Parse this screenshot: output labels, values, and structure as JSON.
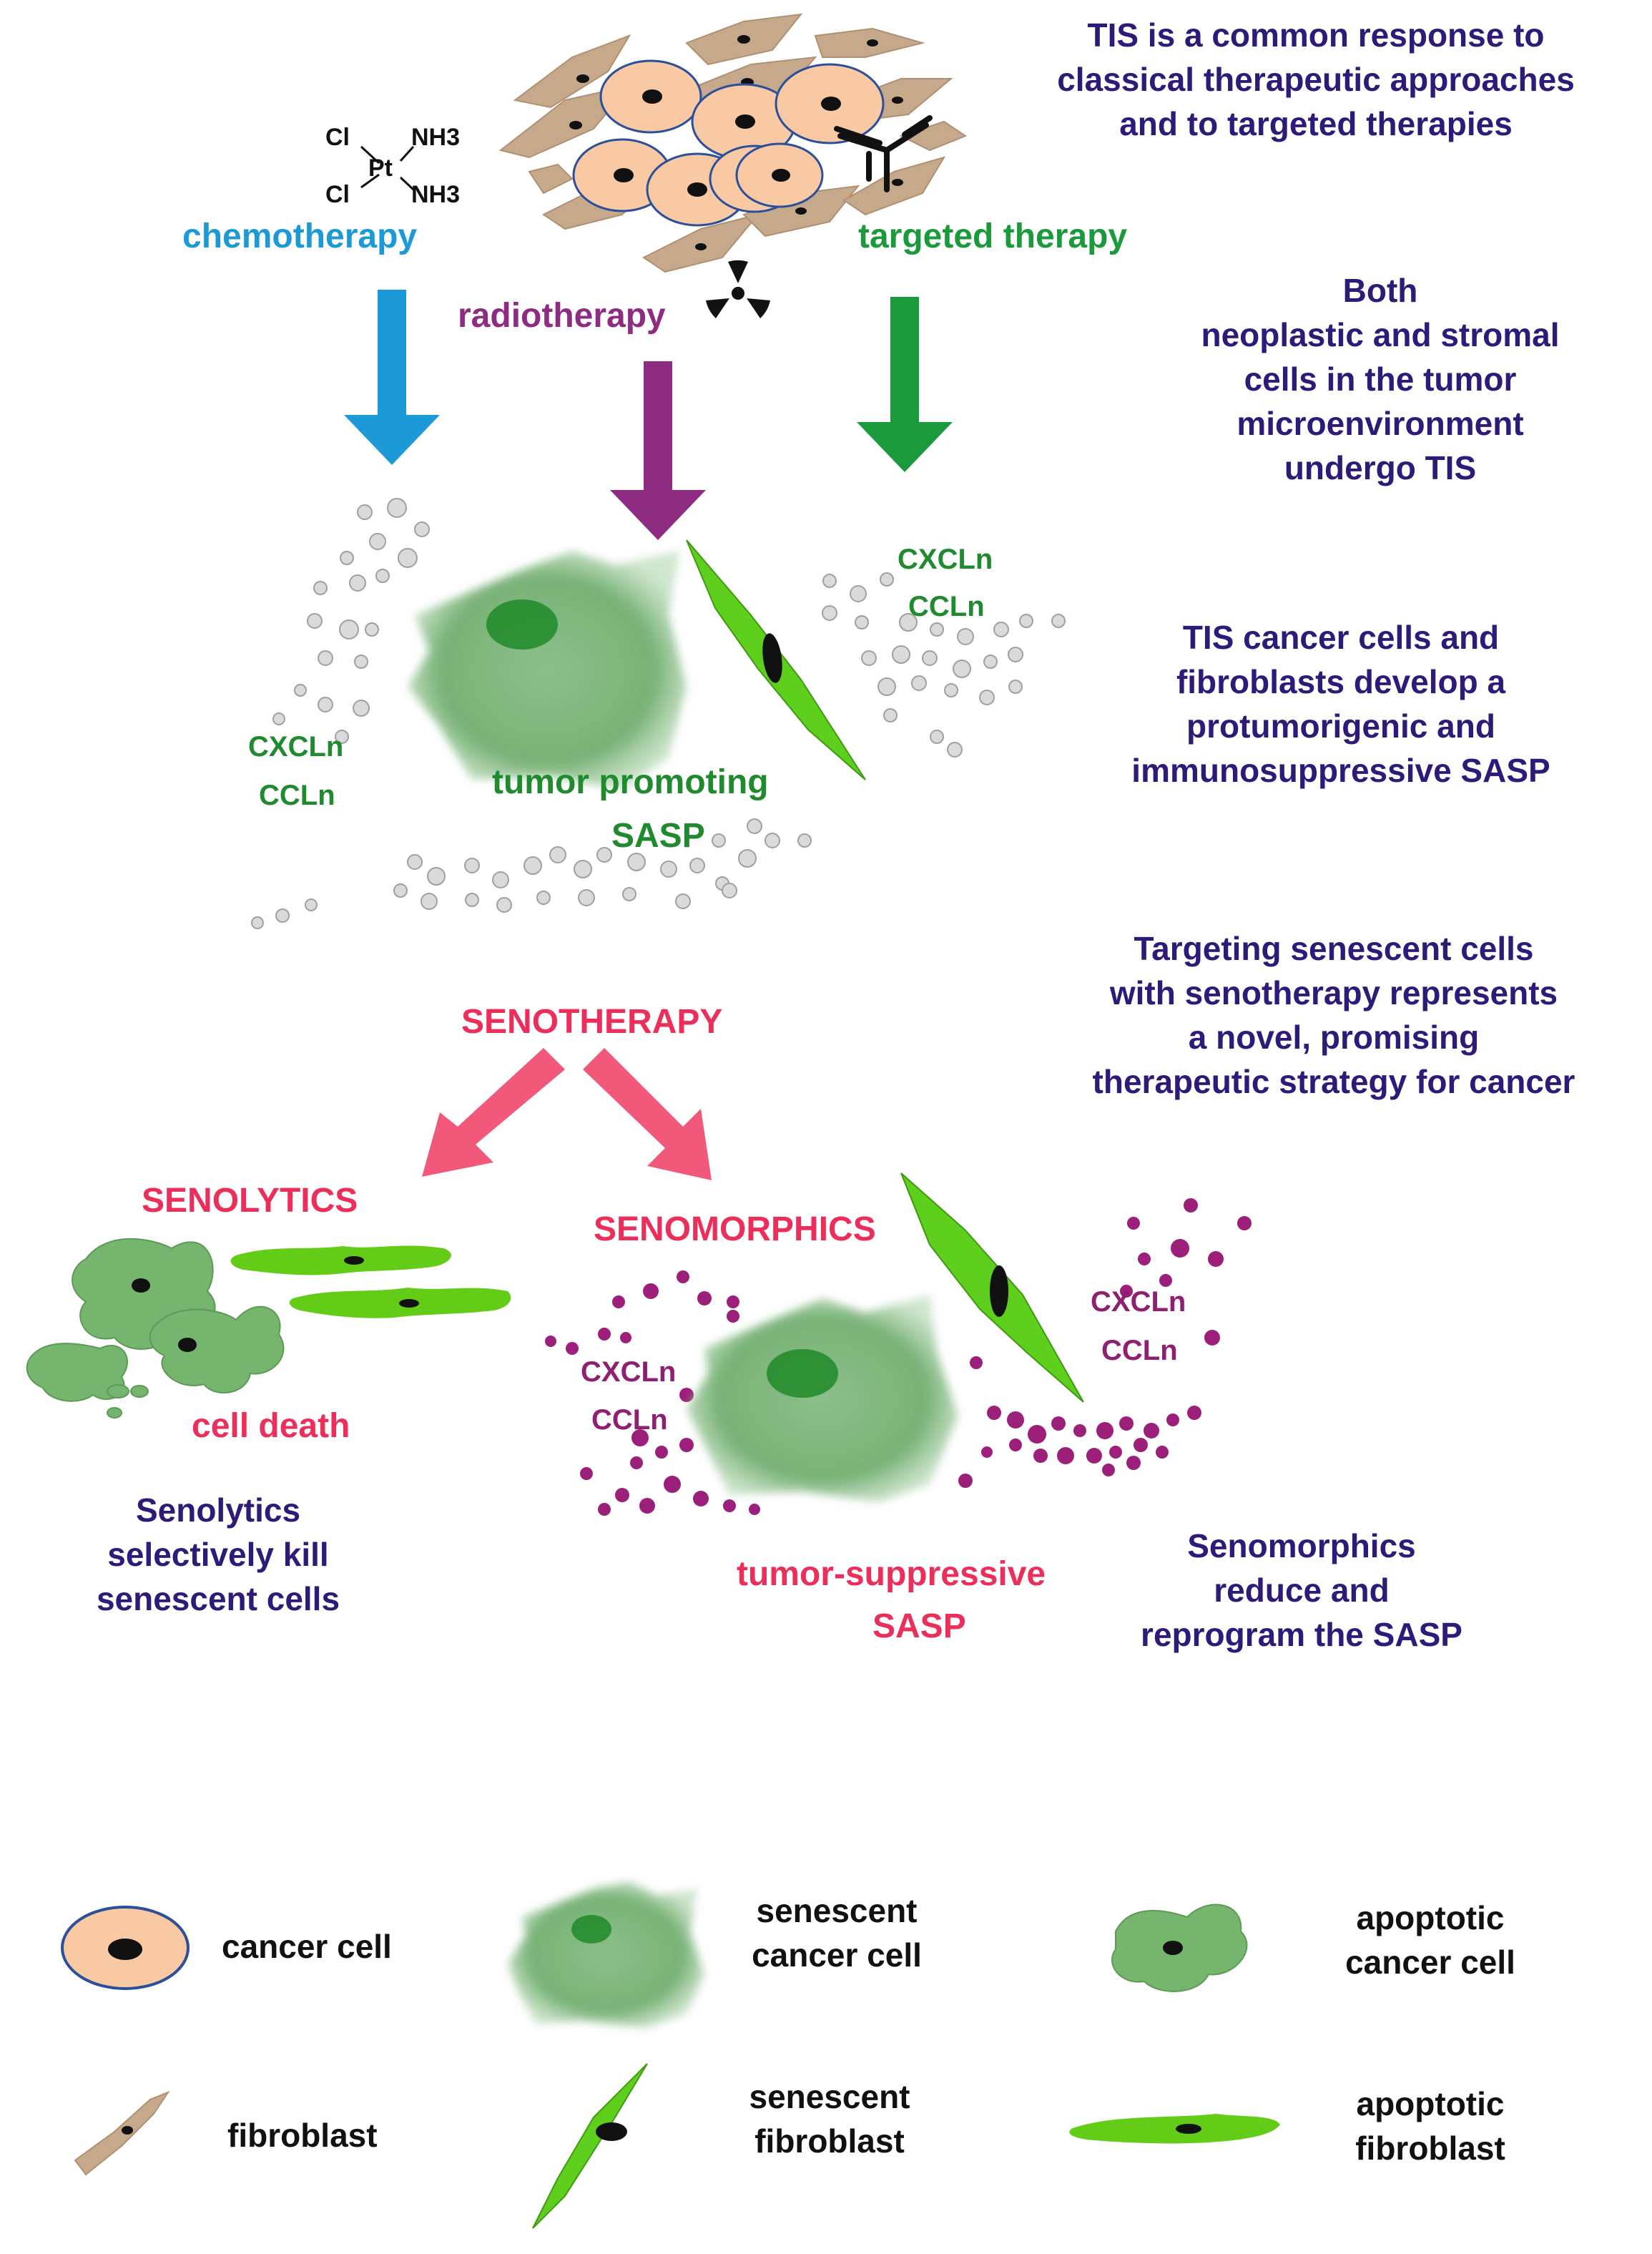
{
  "chemistry": {
    "cl1": "Cl",
    "cl2": "Cl",
    "pt": "Pt",
    "nh3a": "NH3",
    "nh3b": "NH3"
  },
  "labels": {
    "chemotherapy": "chemotherapy",
    "radiotherapy": "radiotherapy",
    "targeted_therapy": "targeted therapy",
    "cxcl_right": "CXCLn",
    "ccl_right": "CCLn",
    "cxcl_left": "CXCLn",
    "ccl_left": "CCLn",
    "tumor_promoting_1": "tumor promoting",
    "tumor_promoting_2": "SASP",
    "senotherapy": "SENOTHERAPY",
    "senolytics": "SENOLYTICS",
    "senomorphics": "SENOMORPHICS",
    "cell_death": "cell death",
    "cxcl_mid": "CXCLn",
    "ccl_mid": "CCLn",
    "cxcl_far": "CXCLn",
    "ccl_far": "CCLn",
    "tumor_suppressive_1": "tumor-suppressive",
    "tumor_suppressive_2": "SASP"
  },
  "notes": {
    "tis_common": [
      "TIS is a common response to",
      "classical therapeutic approaches",
      "and to targeted therapies"
    ],
    "both_neoplastic": [
      "Both",
      "neoplastic and stromal",
      "cells in  the tumor",
      "microenvironment",
      "undergo TIS"
    ],
    "tis_cancer_cells": [
      "TIS cancer cells and",
      "fibroblasts develop a",
      "protumorigenic and",
      "immunosuppressive SASP"
    ],
    "targeting": [
      "Targeting senescent cells",
      "with senotherapy represents",
      "a novel, promising",
      "therapeutic strategy for cancer"
    ],
    "senolytics_kill": [
      "Senolytics",
      "selectively kill",
      "senescent cells"
    ],
    "senomorphics_reduce": [
      "Senomorphics",
      "reduce and",
      "reprogram the SASP"
    ]
  },
  "legend": {
    "cancer_cell": "cancer cell",
    "senescent_cancer_cell": [
      "senescent",
      "cancer cell"
    ],
    "apoptotic_cancer_cell": [
      "apoptotic",
      "cancer  cell"
    ],
    "fibroblast": "fibroblast",
    "senescent_fibroblast": [
      "senescent",
      "fibroblast"
    ],
    "apoptotic_fibroblast": [
      "apoptotic",
      "fibroblast"
    ]
  },
  "colors": {
    "chemotherapy": "#1c9ad8",
    "radiotherapy": "#8e2c82",
    "targeted_therapy": "#1a9a3a",
    "senotherapy": "#ec2f5a",
    "notes": "#2e1a78",
    "sasp_dots_suppressive": "#9c1f7a",
    "sasp_dots_promoting": "#d8d8d8"
  },
  "icons": [
    "radiation-trefoil-icon",
    "antibody-icon"
  ]
}
